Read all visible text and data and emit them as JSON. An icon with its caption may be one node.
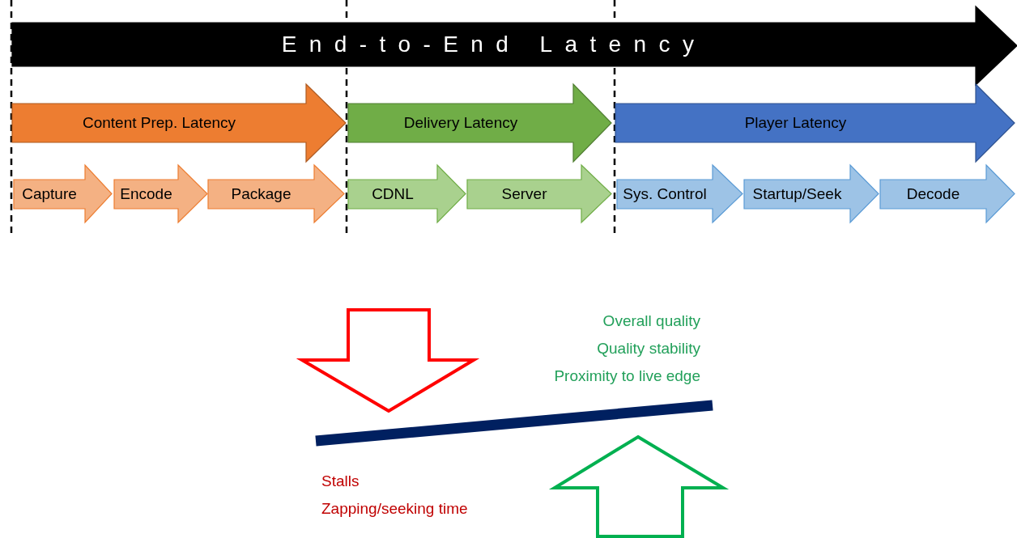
{
  "diagram": {
    "nodes": [
      {
        "text": [
          "End-to-End Latency"
        ]
      },
      {
        "text": [
          "Content Prep. Latency"
        ]
      },
      {
        "text": [
          "Delivery Latency"
        ]
      },
      {
        "text": [
          "Player Latency"
        ]
      },
      {
        "text": [
          "Capture"
        ]
      },
      {
        "text": [
          "Encode"
        ]
      },
      {
        "text": [
          "Package"
        ]
      },
      {
        "text": [
          "CDNL"
        ]
      },
      {
        "text": [
          "Server"
        ]
      },
      {
        "text": [
          "Sys. Control"
        ]
      },
      {
        "text": [
          "Startup/Seek"
        ]
      },
      {
        "text": [
          "Decode"
        ]
      }
    ],
    "labels": [
      "Overall quality",
      "Quality stability",
      "Proximity to live edge",
      "Stalls",
      "Zapping/seeking time"
    ]
  }
}
